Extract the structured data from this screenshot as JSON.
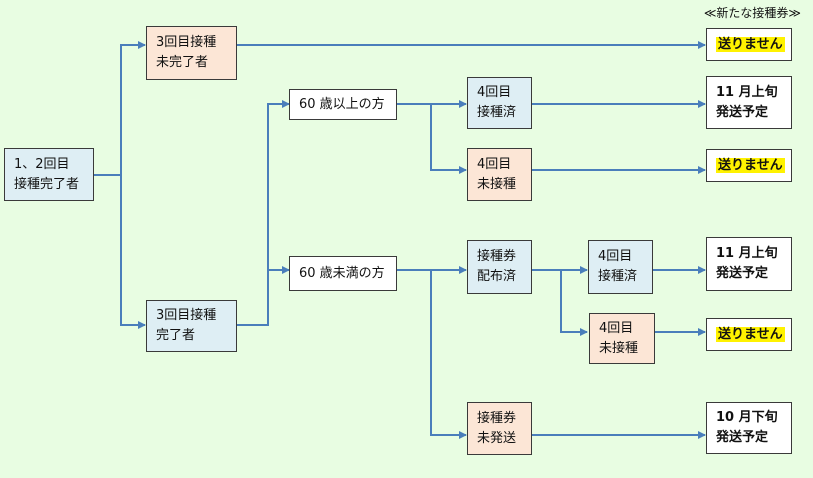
{
  "caption": "≪新たな接種券≫",
  "nodes": {
    "root": "1、2回目\n接種完了者",
    "dose3_incomplete": "3回目接種\n未完了者",
    "dose3_complete": "3回目接種\n完了者",
    "age60_over": "60 歳以上の方",
    "age60_under": "60 歳未満の方",
    "dose4_done_a": "4回目\n接種済",
    "dose4_not_a": "4回目\n未接種",
    "ticket_distributed": "接種券\n配布済",
    "ticket_not_sent": "接種券\n未発送",
    "dose4_done_b": "4回目\n接種済",
    "dose4_not_b": "4回目\n未接種"
  },
  "results": {
    "r1": "送りません",
    "r2": "11 月上旬\n発送予定",
    "r3": "送りません",
    "r4": "11 月上旬\n発送予定",
    "r5": "送りません",
    "r6": "10 月下旬\n発送予定"
  },
  "colors": {
    "line": "#4a7ebb",
    "node_blue": "#deeef4",
    "node_peach": "#fce6d6",
    "highlight": "#fff200",
    "background": "#e8fde2"
  }
}
